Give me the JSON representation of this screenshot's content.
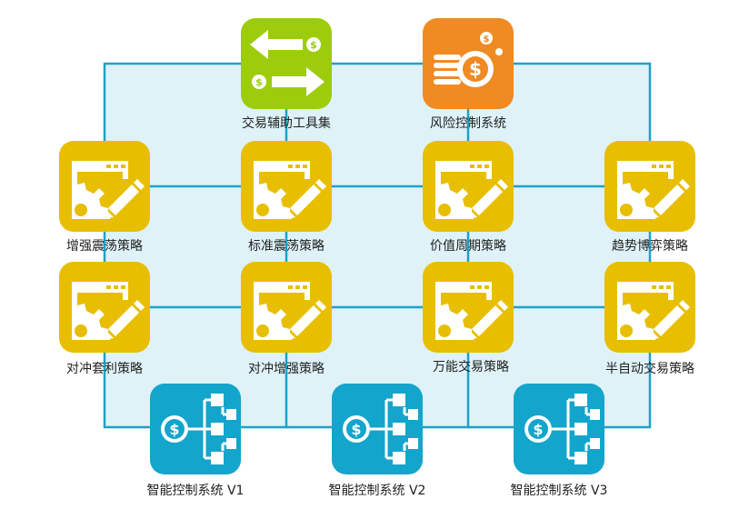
{
  "colors": {
    "line": "#1ea2c6",
    "panel": "#def2f8",
    "green": "#9ccc0b",
    "orange": "#f08a22",
    "yellow": "#e8be00",
    "blue": "#13a5cc"
  },
  "nodes": {
    "trading_tools": {
      "label": "交易辅助工具集",
      "icon": "exchange-arrows-icon"
    },
    "risk_control": {
      "label": "风险控制系统",
      "icon": "coin-stack-icon"
    },
    "enhanced_oscillation": {
      "label": "增强震荡策略",
      "icon": "settings-edit-icon"
    },
    "standard_oscillation": {
      "label": "标准震荡策略",
      "icon": "settings-edit-icon"
    },
    "value_cycle": {
      "label": "价值周期策略",
      "icon": "settings-edit-icon"
    },
    "trend_game": {
      "label": "趋势博弈策略",
      "icon": "settings-edit-icon"
    },
    "hedge_arbitrage": {
      "label": "对冲套利策略",
      "icon": "settings-edit-icon"
    },
    "hedge_enhanced": {
      "label": "对冲增强策略",
      "icon": "settings-edit-icon"
    },
    "universal_trading": {
      "label": "万能交易策略",
      "icon": "settings-edit-icon"
    },
    "semi_auto_trading": {
      "label": "半自动交易策略",
      "icon": "settings-edit-icon"
    },
    "smart_control_v1": {
      "label": "智能控制系统 V1",
      "icon": "money-network-icon"
    },
    "smart_control_v2": {
      "label": "智能控制系统 V2",
      "icon": "money-network-icon"
    },
    "smart_control_v3": {
      "label": "智能控制系统 V3",
      "icon": "money-network-icon"
    }
  }
}
